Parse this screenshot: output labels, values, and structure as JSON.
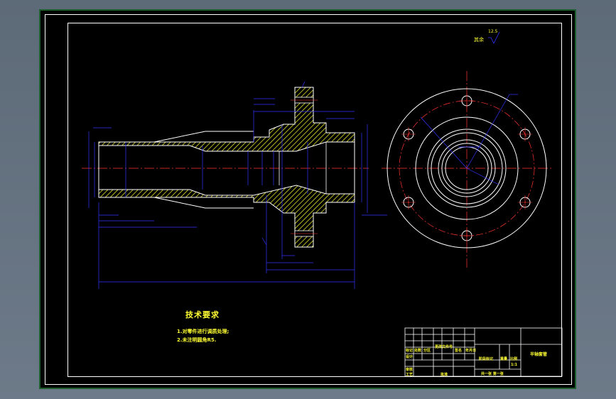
{
  "drawing": {
    "title": "半轴套管",
    "roughness_note": "其余",
    "roughness_value": "12.5"
  },
  "technical_requirements": {
    "title": "技术要求",
    "items": [
      "1.对零件进行调质处理;",
      "2.未注明圆角R5."
    ]
  },
  "title_block": {
    "row_labels": [
      "标记",
      "设计",
      "审核",
      "工艺"
    ],
    "col_labels": [
      "处数",
      "分区",
      "更改文件号",
      "签名",
      "年月日"
    ],
    "stage_label": "阶段标记",
    "weight_label": "重量",
    "scale_label": "比例",
    "scale_value": "1:1",
    "approve_label": "批准",
    "sheet_label": "共一张 第一张"
  },
  "colors": {
    "background": "#000000",
    "frame": "#ffffff",
    "outline": "#ffffff",
    "dimension": "#3333ff",
    "text": "#ffff33",
    "hatch": "#ffff33",
    "centerline": "#ff3333",
    "cad_chrome": "#5d6a78"
  }
}
